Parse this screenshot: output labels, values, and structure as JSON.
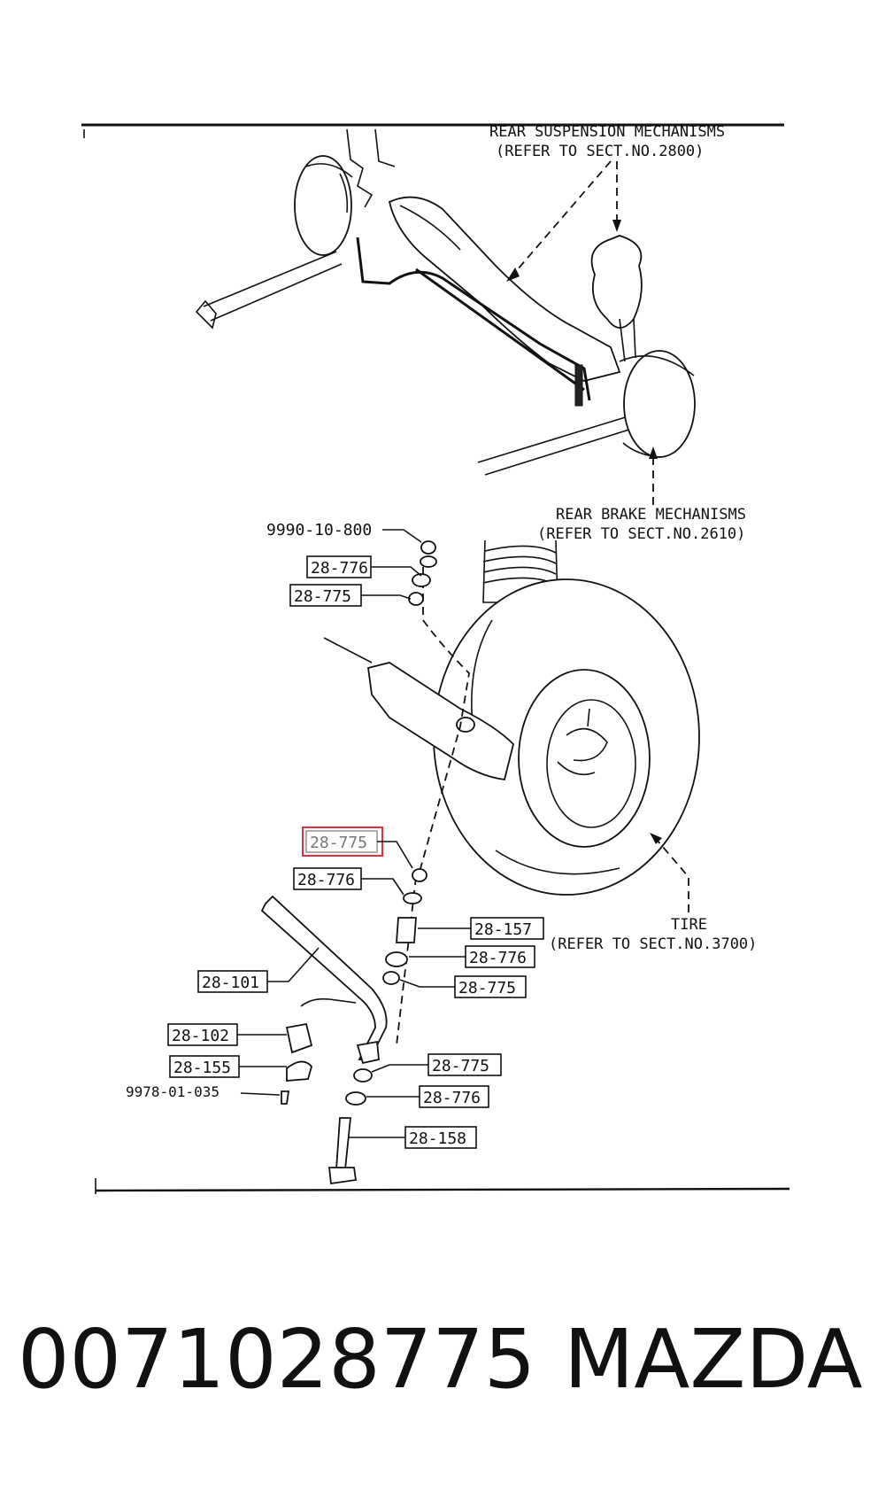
{
  "callouts": {
    "rear_suspension": {
      "line1": "REAR SUSPENSION MECHANISMS",
      "line2": "(REFER TO SECT.NO.2800)"
    },
    "rear_brake": {
      "line1": "REAR BRAKE MECHANISMS",
      "line2": "(REFER TO SECT.NO.2610)"
    },
    "tire": {
      "line1": "TIRE",
      "line2": "(REFER TO SECT.NO.3700)"
    }
  },
  "parts": [
    {
      "id": "nut-top",
      "code": "9990-10-800",
      "boxed": false
    },
    {
      "id": "washer-top",
      "code": "28-776",
      "boxed": true
    },
    {
      "id": "bushing-top",
      "code": "28-775",
      "boxed": true
    },
    {
      "id": "bushing-highlighted",
      "code": "28-775",
      "boxed": true,
      "highlighted": true
    },
    {
      "id": "washer-mid",
      "code": "28-776",
      "boxed": true
    },
    {
      "id": "spacer",
      "code": "28-157",
      "boxed": true
    },
    {
      "id": "washer-right",
      "code": "28-776",
      "boxed": true
    },
    {
      "id": "bushing-right",
      "code": "28-775",
      "boxed": true
    },
    {
      "id": "stabilizer-bar",
      "code": "28-101",
      "boxed": true
    },
    {
      "id": "bar-bushing",
      "code": "28-102",
      "boxed": true
    },
    {
      "id": "bracket",
      "code": "28-155",
      "boxed": true
    },
    {
      "id": "bolt-small",
      "code": "9978-01-035",
      "boxed": false
    },
    {
      "id": "bushing-lower",
      "code": "28-775",
      "boxed": true
    },
    {
      "id": "washer-lower",
      "code": "28-776",
      "boxed": true
    },
    {
      "id": "link-bolt",
      "code": "28-158",
      "boxed": true
    }
  ],
  "footer": {
    "part_number": "0071028775",
    "brand": "MAZDA"
  },
  "colors": {
    "ink": "#111111",
    "highlight": "#d9333f",
    "background": "#ffffff"
  }
}
